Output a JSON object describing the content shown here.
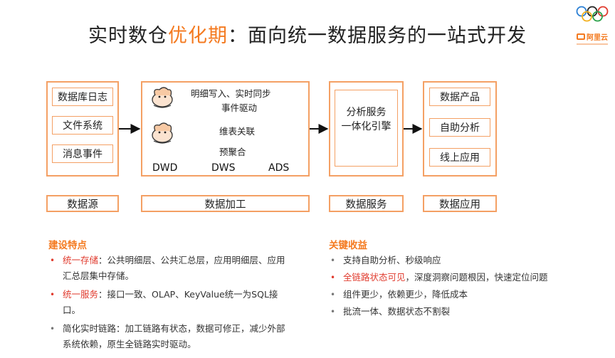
{
  "title": {
    "prefix": "实时数仓",
    "highlight": "优化期",
    "suffix": "：面向统一数据服务的一站式开发"
  },
  "logo": {
    "text": "阿里云"
  },
  "sources": [
    "数据库日志",
    "文件系统",
    "消息事件"
  ],
  "processing": {
    "line1": "明细写入、实时同步",
    "line2": "事件驱动",
    "line3": "维表关联",
    "line4": "预聚合",
    "layers": [
      "DWD",
      "DWS",
      "ADS"
    ]
  },
  "service": {
    "line1": "分析服务",
    "line2": "一体化引擎"
  },
  "apps": [
    "数据产品",
    "自助分析",
    "线上应用"
  ],
  "labels": [
    "数据源",
    "数据加工",
    "数据服务",
    "数据应用"
  ],
  "features": {
    "title": "建设特点",
    "items": [
      {
        "highlight": "统一存储",
        "text": "：公共明细层、公共汇总层，应用明细层、应用汇总层集中存储。"
      },
      {
        "highlight": "统一服务",
        "text": "：接口一致、OLAP、KeyValue统一为SQL接口。"
      },
      {
        "highlight": "",
        "text": "简化实时链路：加工链路有状态，数据可修正，减少外部系统依赖，原生全链路实时驱动。"
      }
    ]
  },
  "benefits": {
    "title": "关键收益",
    "items": [
      {
        "highlight": "",
        "text": "支持自助分析、秒级响应"
      },
      {
        "highlight": "全链路状态可见",
        "text": "，深度洞察问题根因，快速定位问题"
      },
      {
        "highlight": "",
        "text": "组件更少，依赖更少，降低成本"
      },
      {
        "highlight": "",
        "text": "批流一体、数据状态不割裂"
      }
    ]
  }
}
